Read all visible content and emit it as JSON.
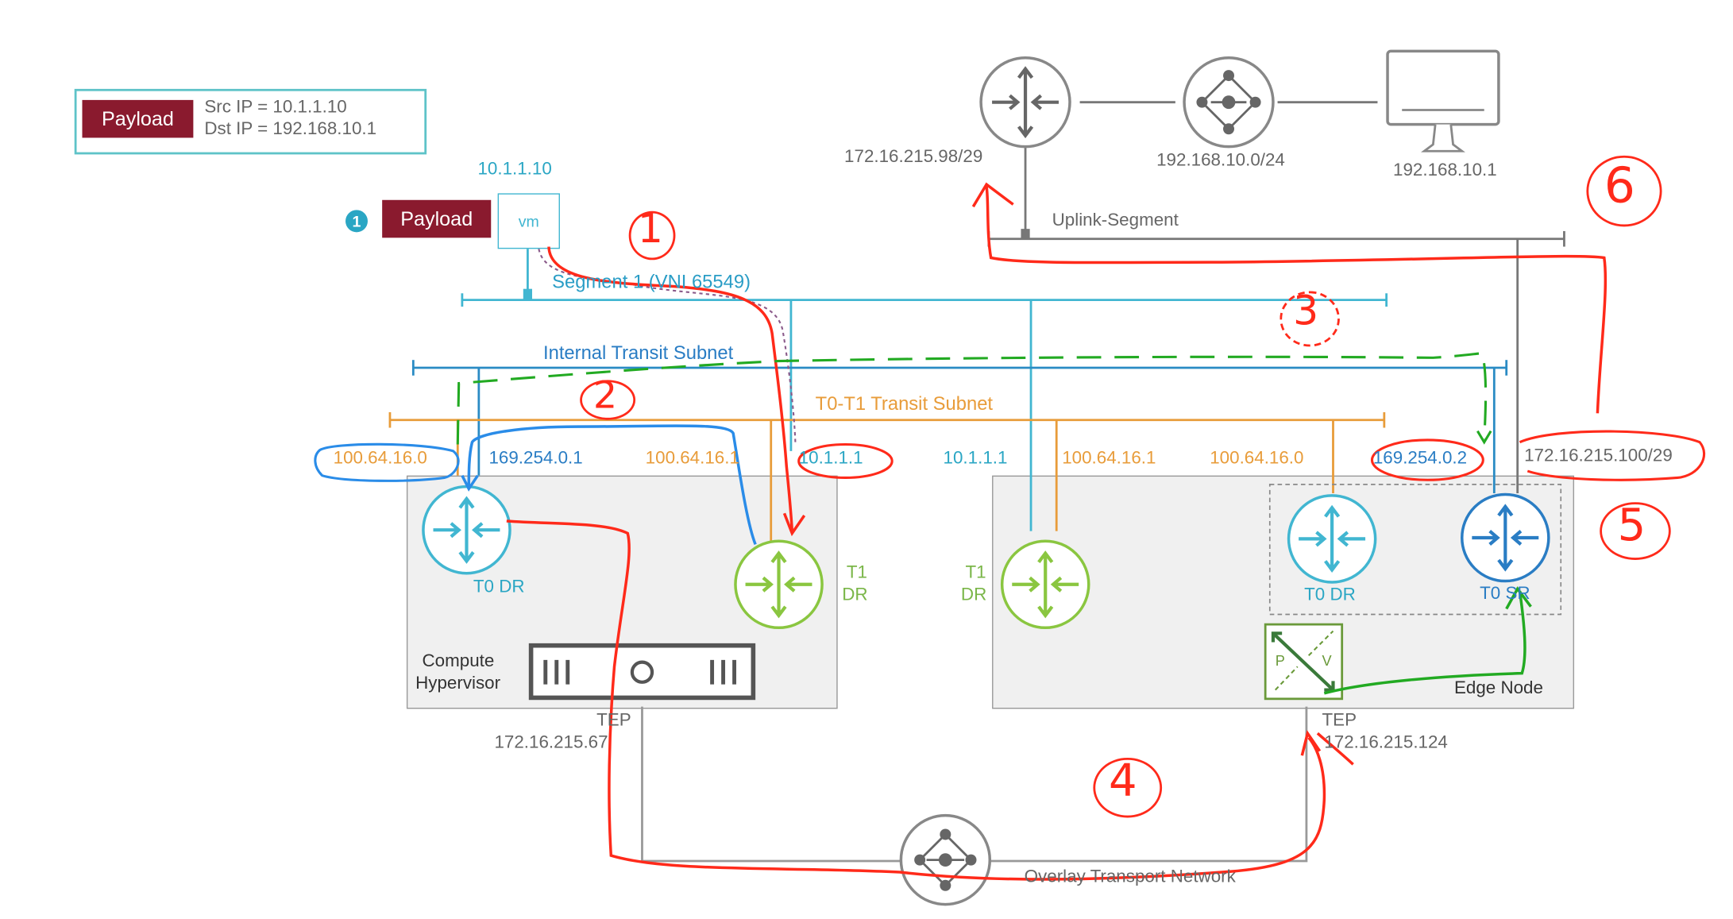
{
  "legend": {
    "payload_label": "Payload",
    "src_ip": "Src IP = 10.1.1.10",
    "dst_ip": "Dst IP = 192.168.10.1"
  },
  "vm": {
    "ip": "10.1.1.10",
    "label": "vm",
    "step": "1",
    "payload_label": "Payload"
  },
  "external": {
    "router_ip": "172.16.215.98/29",
    "network": "192.168.10.0/24",
    "host_ip": "192.168.10.1",
    "uplink_label": "Uplink-Segment"
  },
  "segments": {
    "segment1": "Segment 1 (VNI 65549)",
    "internal_transit": "Internal Transit Subnet",
    "t0t1_transit": "T0-T1 Transit Subnet"
  },
  "compute": {
    "ip_t0_orange": "100.64.16.0",
    "ip_t0_blue": "169.254.0.1",
    "ip_t1_orange": "100.64.16.1",
    "ip_t1_blue": "10.1.1.1",
    "t0dr_label": "T0 DR",
    "t1dr_label_1": "T1",
    "t1dr_label_2": "DR",
    "box_label_1": "Compute",
    "box_label_2": "Hypervisor",
    "tep_label": "TEP",
    "tep_ip": "172.16.215.67"
  },
  "edge": {
    "ip_t1_blue": "10.1.1.1",
    "ip_t1_orange": "100.64.16.1",
    "ip_t0dr_orange": "100.64.16.0",
    "ip_t0sr_blue": "169.254.0.2",
    "uplink_ip": "172.16.215.100/29",
    "t1dr_label_1": "T1",
    "t1dr_label_2": "DR",
    "t0dr_label": "T0 DR",
    "t0sr_label": "T0 SR",
    "pv_p": "P",
    "pv_v": "V",
    "box_label": "Edge Node",
    "tep_label": "TEP",
    "tep_ip": "172.16.215.124"
  },
  "overlay_label": "Overlay Transport Network",
  "annotations": {
    "n1": "1",
    "n2": "2",
    "n3": "3",
    "n4": "4",
    "n5": "5",
    "n6": "6"
  },
  "colors": {
    "teal": "#41b6d1",
    "orange": "#e89c3a",
    "green_router": "#7ab648",
    "blue_router": "#2a7dc4",
    "payload": "#8a1a2e",
    "annotation_red": "#ff2a1a",
    "annotation_green": "#22aa22",
    "annotation_blue": "#2a8ce8"
  }
}
